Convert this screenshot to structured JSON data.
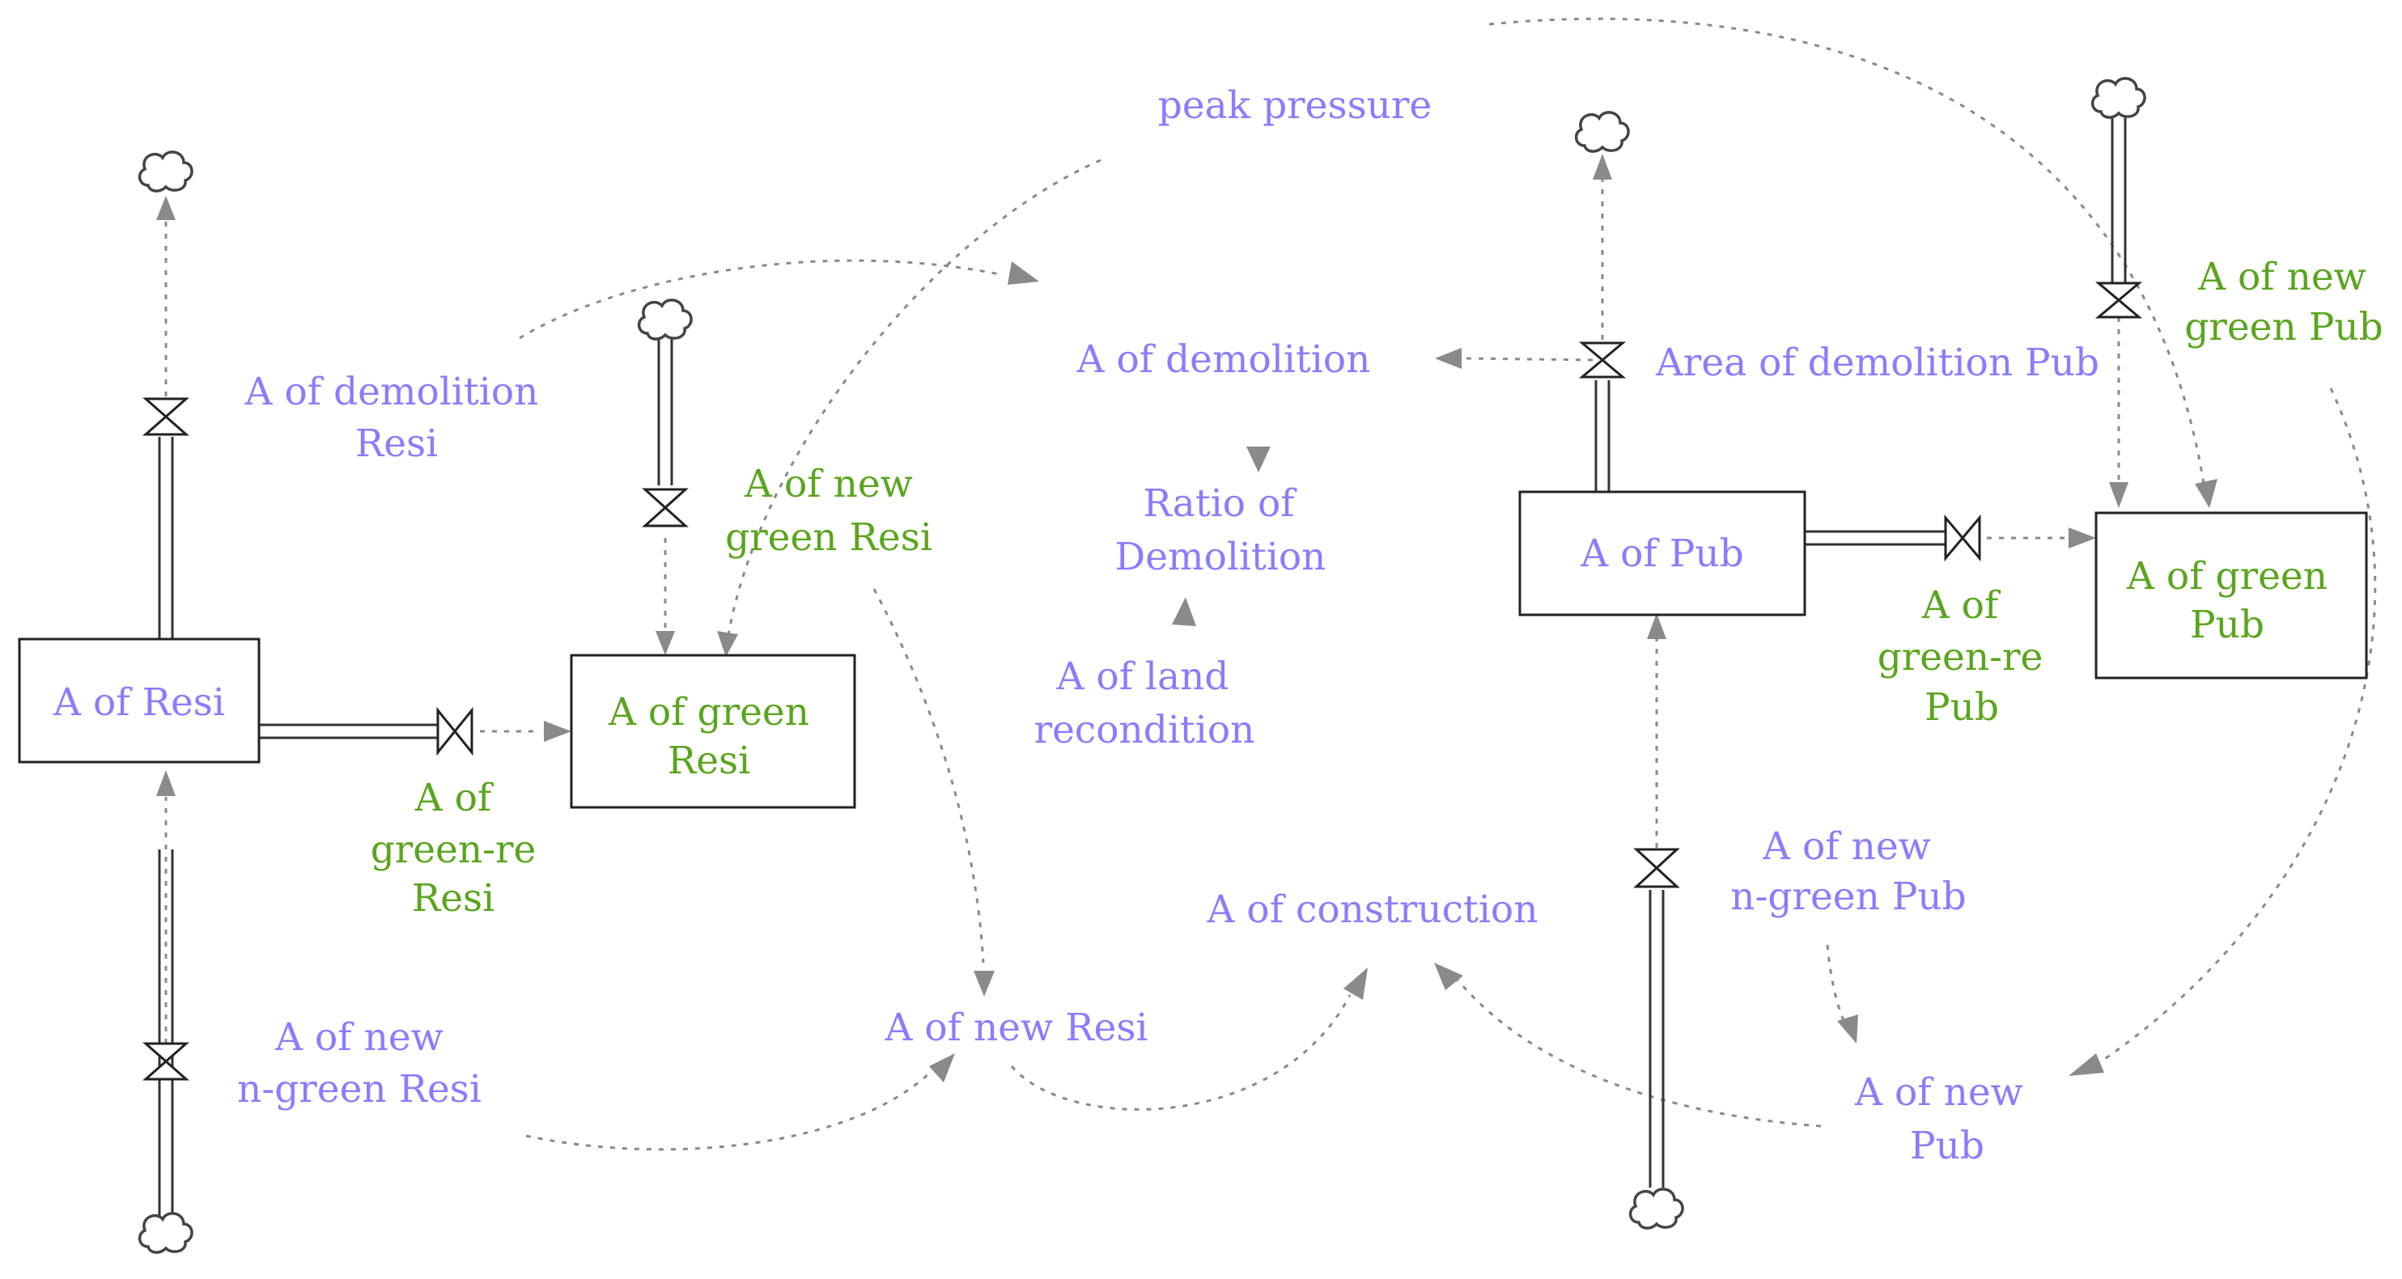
{
  "colors": {
    "auxiliary_text": "#8a7cff",
    "green_text": "#5aa51d",
    "link_line": "#8a8a8a",
    "box_border": "#222222"
  },
  "stocks": {
    "resi": "A of Resi",
    "green_resi": [
      "A of green",
      "Resi"
    ],
    "pub": "A of Pub",
    "green_pub": [
      "A of green",
      "Pub"
    ]
  },
  "variables": {
    "peak_pressure": "peak pressure",
    "demolition_resi": [
      "A of demolition",
      "Resi"
    ],
    "new_green_resi": [
      "A of new",
      "green Resi"
    ],
    "green_re_resi": [
      "A of",
      "green-re",
      "Resi"
    ],
    "new_n_green_resi": [
      "A of new",
      "n-green Resi"
    ],
    "new_resi": "A of new Resi",
    "demolition": "A of demolition",
    "ratio_demolition": [
      "Ratio of",
      "Demolition"
    ],
    "land_recondition": [
      "A of land",
      "recondition"
    ],
    "construction": "A of construction",
    "demolition_pub": "Area of demolition Pub",
    "new_green_pub": [
      "A of new",
      "green Pub"
    ],
    "green_re_pub": [
      "A of",
      "green-re",
      "Pub"
    ],
    "new_n_green_pub": [
      "A of new",
      "n-green Pub"
    ],
    "new_pub": [
      "A of new",
      "Pub"
    ]
  }
}
